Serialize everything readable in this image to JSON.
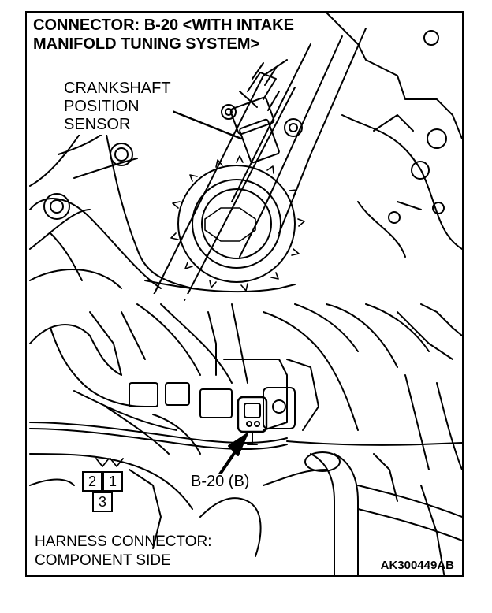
{
  "title": {
    "line1": "CONNECTOR: B-20 <WITH INTAKE",
    "line2": "MANIFOLD TUNING SYSTEM>"
  },
  "callout_sensor": {
    "line1": "CRANKSHAFT",
    "line2": "POSITION",
    "line3": "SENSOR"
  },
  "callout_connector": "B-20 (B)",
  "connector_pins": {
    "pin_top_left": "2",
    "pin_top_right": "1",
    "pin_bottom": "3"
  },
  "caption": {
    "line1": "HARNESS CONNECTOR:",
    "line2": "COMPONENT SIDE"
  },
  "figure_code": "AK300449AB"
}
